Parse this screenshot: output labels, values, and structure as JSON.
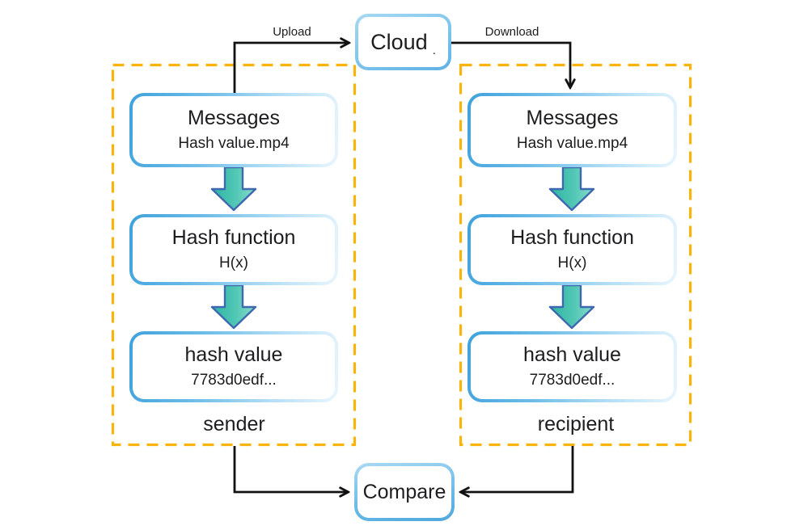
{
  "cloud": {
    "label": "Cloud",
    "suffix": "."
  },
  "connectors": {
    "upload_label": "Upload",
    "download_label": "Download"
  },
  "compare": {
    "label": "Compare"
  },
  "sender": {
    "footer": "sender",
    "messages": {
      "title": "Messages",
      "subtitle": "Hash value.mp4"
    },
    "hash_function": {
      "title": "Hash function",
      "subtitle": "H(x)"
    },
    "hash_value": {
      "title": "hash value",
      "subtitle": "7783d0edf..."
    }
  },
  "recipient": {
    "footer": "recipient",
    "messages": {
      "title": "Messages",
      "subtitle": "Hash value.mp4"
    },
    "hash_function": {
      "title": "Hash function",
      "subtitle": "H(x)"
    },
    "hash_value": {
      "title": "hash value",
      "subtitle": "7783d0edf..."
    }
  },
  "colors": {
    "dashed_container_border": "#F9B30B",
    "box_border_strong": "#3FA2DC",
    "box_border_light": "#E9F6FD",
    "block_arrow_fill_dark": "#2EB5A3",
    "block_arrow_fill_light": "#8ADCCB",
    "block_arrow_outline": "#3E68B0",
    "connector_line": "#111111",
    "text": "#1d1d1f"
  }
}
